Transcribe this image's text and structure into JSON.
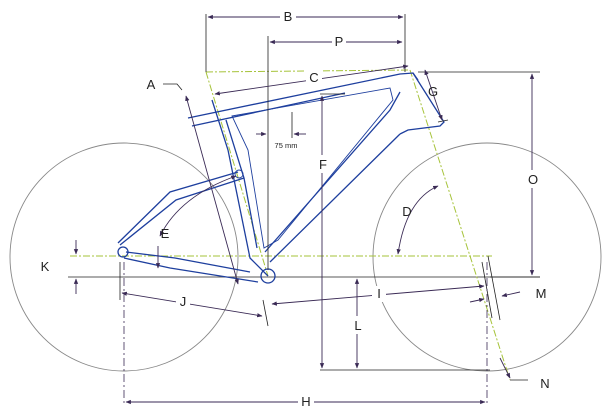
{
  "labels": {
    "A": "A",
    "B": "B",
    "C": "C",
    "D": "D",
    "E": "E",
    "F": "F",
    "G": "G",
    "H": "H",
    "I": "I",
    "J": "J",
    "K": "K",
    "L": "L",
    "M": "M",
    "N": "N",
    "O": "O",
    "P": "P"
  },
  "note_75mm": "75 mm",
  "colors": {
    "frame": "#1e3f9e",
    "geometry_line": "#a6c33a",
    "dimension": "#3a2a55",
    "wheel": "#888888"
  }
}
